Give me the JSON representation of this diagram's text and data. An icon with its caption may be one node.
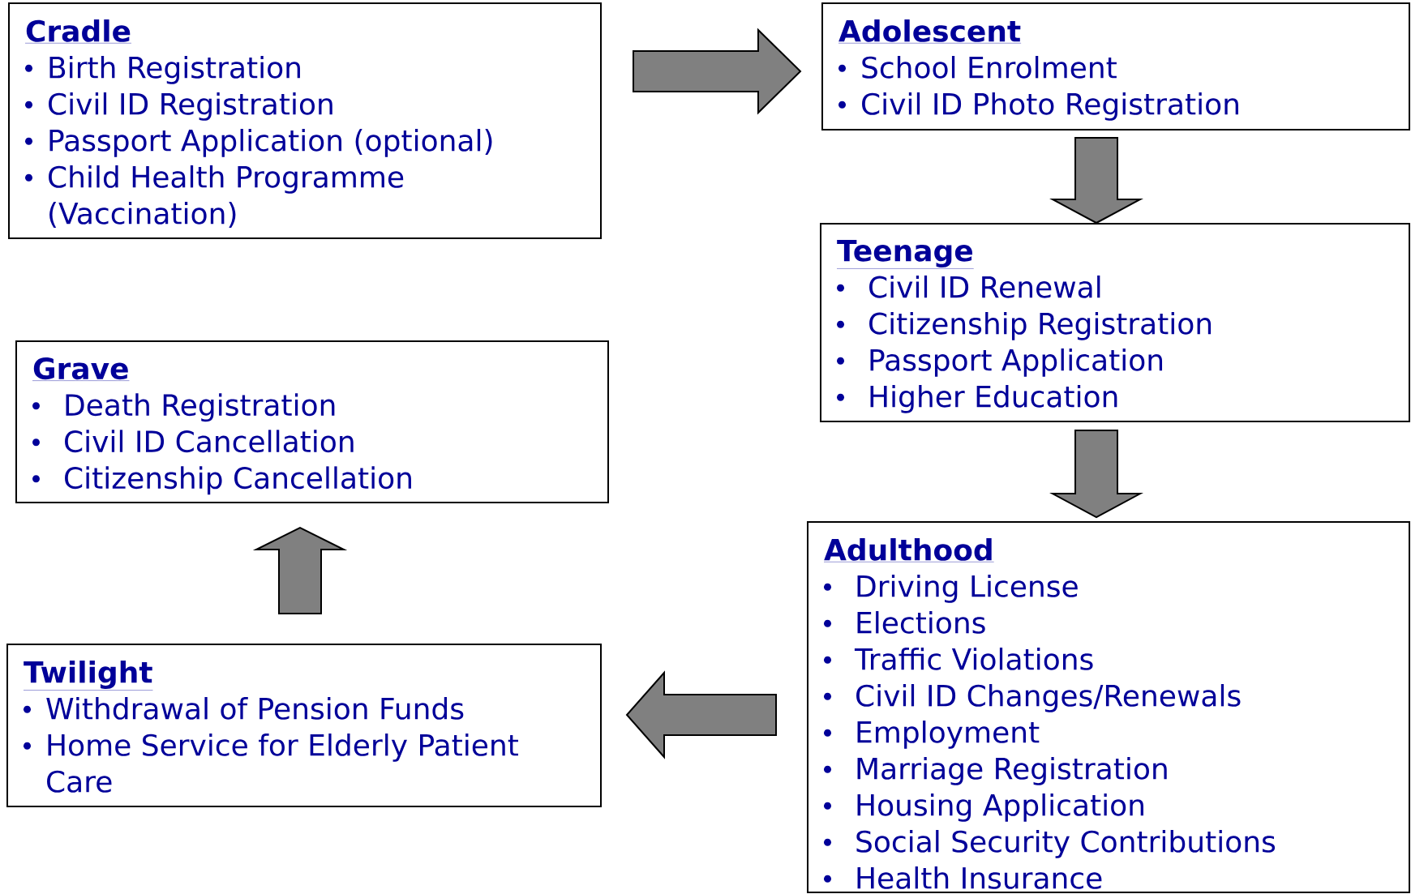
{
  "diagram": {
    "nodes": [
      {
        "text": [
          "Cradle",
          "Birth Registration",
          "Civil ID Registration",
          "Passport Application (optional)",
          "Child Health Programme (Vaccination)"
        ]
      },
      {
        "text": [
          "Adolescent",
          "School Enrolment",
          "Civil ID Photo Registration"
        ]
      },
      {
        "text": [
          "Teenage",
          "Civil ID Renewal",
          "Citizenship Registration",
          "Passport Application",
          "Higher Education"
        ]
      },
      {
        "text": [
          "Grave",
          "Death Registration",
          "Civil ID Cancellation",
          "Citizenship Cancellation"
        ]
      },
      {
        "text": [
          "Adulthood",
          "Driving License",
          "Elections",
          "Traffic Violations",
          "Civil ID Changes/Renewals",
          "Employment",
          "Marriage Registration",
          "Housing Application",
          "Social Security Contributions",
          "Health Insurance"
        ]
      },
      {
        "text": [
          "Twilight",
          "Withdrawal of Pension Funds",
          "Home Service for Elderly Patient Care"
        ]
      }
    ],
    "edges": [
      {
        "from": 0,
        "to": 1,
        "arrow": "to"
      },
      {
        "from": 1,
        "to": 2,
        "arrow": "to"
      },
      {
        "from": 2,
        "to": 4,
        "arrow": "to"
      },
      {
        "from": 4,
        "to": 5,
        "arrow": "to"
      },
      {
        "from": 5,
        "to": 3,
        "arrow": "to"
      }
    ]
  }
}
